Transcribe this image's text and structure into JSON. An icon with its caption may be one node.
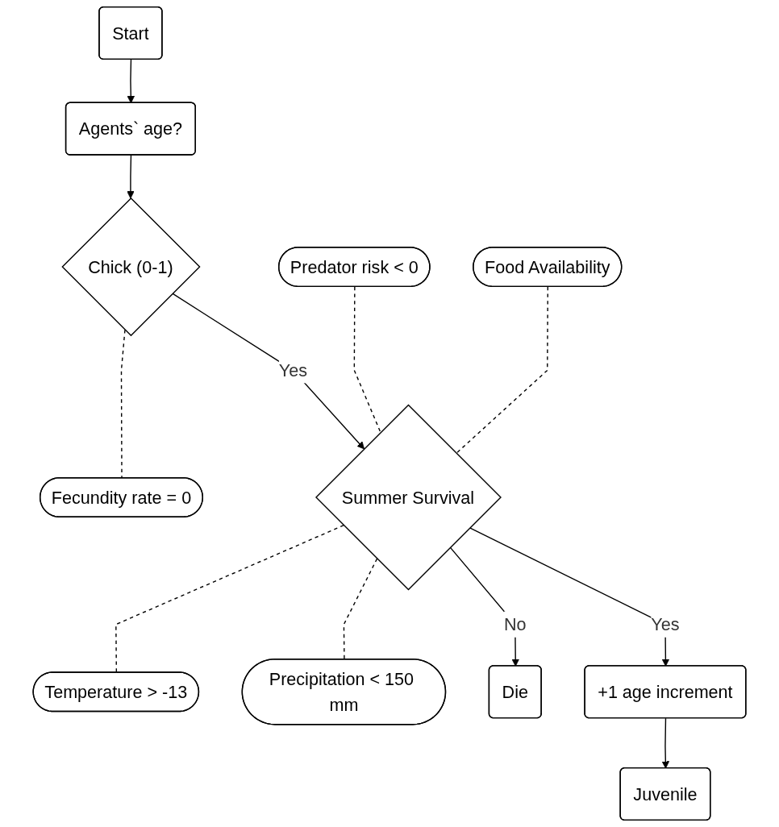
{
  "diagram": {
    "nodes": [
      {
        "text": [
          "Start"
        ]
      },
      {
        "text": [
          "Agents` age?"
        ]
      },
      {
        "text": [
          "Chick (0-1)"
        ]
      },
      {
        "text": [
          "Fecundity rate = 0"
        ]
      },
      {
        "text": [
          "Temperature > -13"
        ]
      },
      {
        "text": [
          "Predator risk < 0"
        ]
      },
      {
        "text": [
          "Summer Survival"
        ]
      },
      {
        "text": [
          "Food Availability"
        ]
      },
      {
        "text": [
          "Precipitation < 150 mm"
        ]
      },
      {
        "text": [
          "Die"
        ]
      },
      {
        "text": [
          "+1 age increment"
        ]
      },
      {
        "text": [
          "Juvenile"
        ]
      }
    ],
    "edges": [
      {
        "from": 0,
        "to": 1,
        "arrow": "to"
      },
      {
        "from": 1,
        "to": 2,
        "arrow": "to"
      },
      {
        "from": 2,
        "to": 3,
        "arrow": "none",
        "style": "dashed"
      },
      {
        "from": 2,
        "to": 6,
        "arrow": "to",
        "label": "Yes"
      },
      {
        "from": 5,
        "to": 6,
        "arrow": "none",
        "style": "dashed"
      },
      {
        "from": 6,
        "to": 4,
        "arrow": "none",
        "style": "dashed"
      },
      {
        "from": 7,
        "to": 6,
        "arrow": "none",
        "style": "dashed"
      },
      {
        "from": 6,
        "to": 8,
        "arrow": "none",
        "style": "dashed"
      },
      {
        "from": 6,
        "to": 9,
        "arrow": "to",
        "label": "No"
      },
      {
        "from": 6,
        "to": 10,
        "arrow": "to",
        "label": "Yes"
      },
      {
        "from": 10,
        "to": 11,
        "arrow": "to"
      }
    ]
  }
}
